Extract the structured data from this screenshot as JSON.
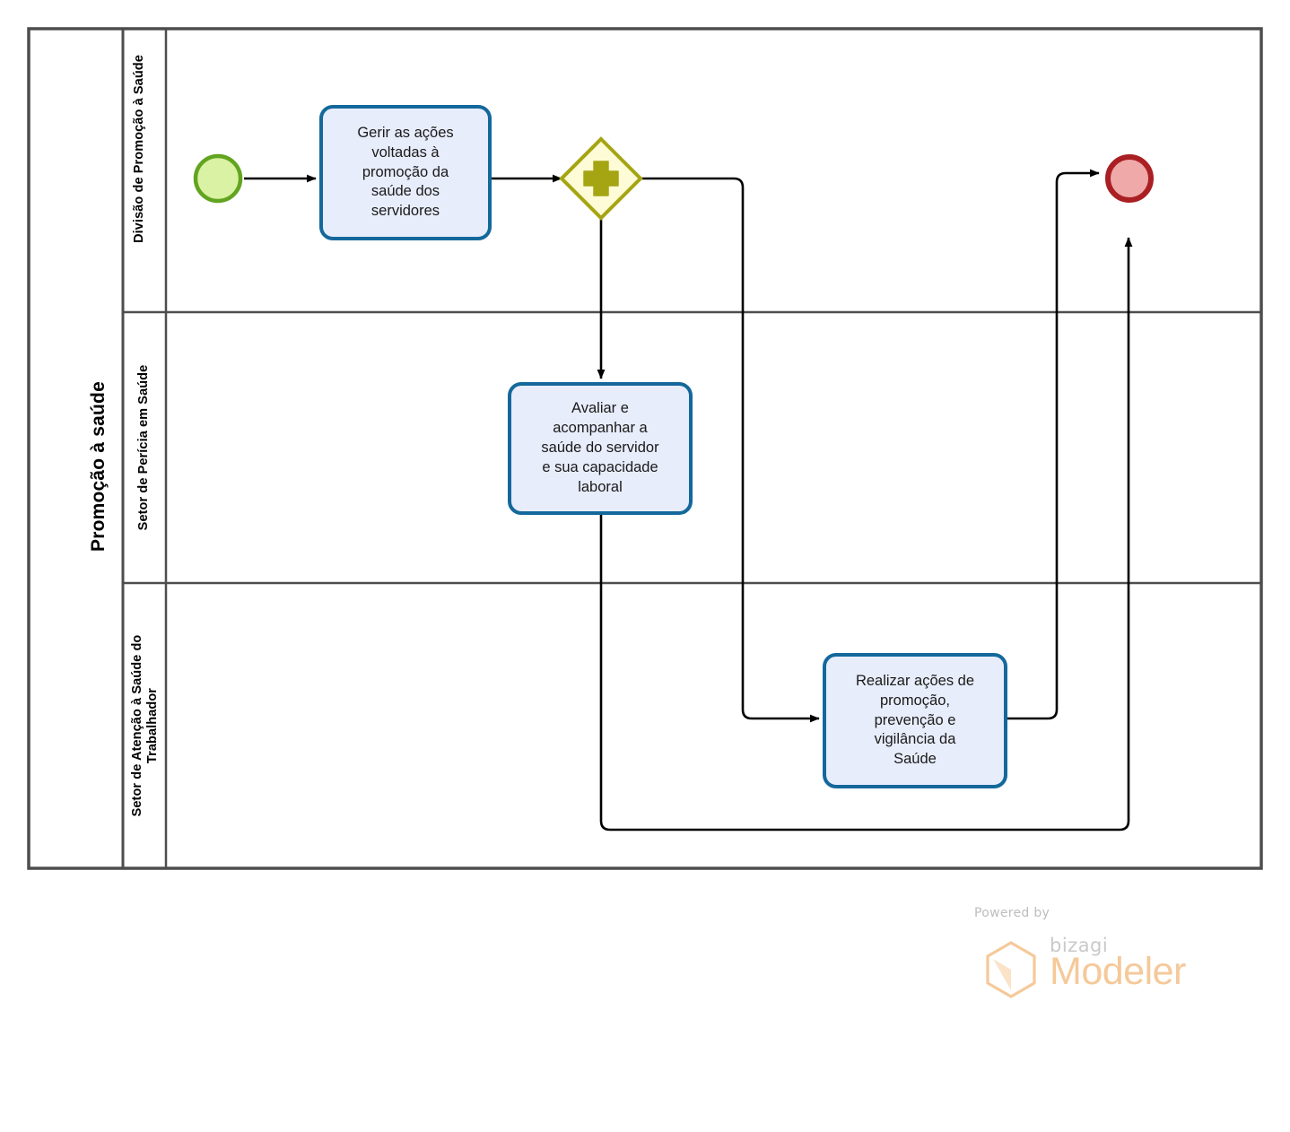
{
  "diagram": {
    "type": "bpmn-process",
    "pool": {
      "name": "pool",
      "title": "Promoção à saúde",
      "lanes": [
        {
          "id": "lane-divisao",
          "title": "Divisão de Promoção à Saúde"
        },
        {
          "id": "lane-pericia",
          "title": "Setor de Perícia em Saúde"
        },
        {
          "id": "lane-atencao",
          "title": "Setor de Atenção à Saúde do\nTrabalhador"
        }
      ]
    },
    "nodes": [
      {
        "id": "start-event",
        "type": "start-event",
        "label": "",
        "lane": "lane-divisao",
        "fill": "#D9F2A3",
        "stroke": "#62A420"
      },
      {
        "id": "task-gerir",
        "type": "task",
        "label": "Gerir as ações\nvoltadas à\npromoção da\nsaúde dos\nservidores",
        "lane": "lane-divisao",
        "fill": "#E8EDFB",
        "stroke": "#14689B"
      },
      {
        "id": "gateway-parallel",
        "type": "parallel-gateway",
        "label": "",
        "lane": "lane-divisao",
        "fill": "#FEFBD7",
        "stroke": "#A5A513",
        "marker": "plus"
      },
      {
        "id": "task-avaliar",
        "type": "task",
        "label": "Avaliar e\nacompanhar a\nsaúde do servidor\ne sua capacidade\nlaboral",
        "lane": "lane-pericia",
        "fill": "#E8EDFB",
        "stroke": "#14689B"
      },
      {
        "id": "task-realizar",
        "type": "task",
        "label": "Realizar ações de\npromoção,\nprevenção e\nvigilância da\nSaúde",
        "lane": "lane-atencao",
        "fill": "#E8EDFB",
        "stroke": "#14689B"
      },
      {
        "id": "end-event",
        "type": "end-event",
        "label": "",
        "lane": "lane-divisao",
        "fill": "#EFA9A9",
        "stroke": "#A91F23"
      }
    ],
    "flows": [
      {
        "id": "flow-start-to-gerir",
        "from": "start-event",
        "to": "task-gerir"
      },
      {
        "id": "flow-gerir-to-gateway",
        "from": "task-gerir",
        "to": "gateway-parallel"
      },
      {
        "id": "flow-gateway-to-avaliar",
        "from": "gateway-parallel",
        "to": "task-avaliar"
      },
      {
        "id": "flow-gateway-to-realizar",
        "from": "gateway-parallel",
        "to": "task-realizar"
      },
      {
        "id": "flow-realizar-to-end",
        "from": "task-realizar",
        "to": "end-event"
      },
      {
        "id": "flow-avaliar-to-end",
        "from": "task-avaliar",
        "to": "end-event"
      }
    ],
    "colors": {
      "pool_border": "#4D4D4D",
      "lane_divider": "#4D4D4D",
      "connector": "#000000",
      "task_fill": "#E8EDFB",
      "task_stroke": "#14689B",
      "start_fill": "#D9F2A3",
      "start_stroke": "#62A420",
      "end_fill": "#EFA9A9",
      "end_stroke": "#A91F23",
      "gateway_fill": "#FEFBD7",
      "gateway_stroke": "#A5A513"
    }
  },
  "watermark": {
    "powered_by": "Powered by",
    "brand": "bizagi",
    "product": "Modeler",
    "accent": "#F5C99A"
  }
}
